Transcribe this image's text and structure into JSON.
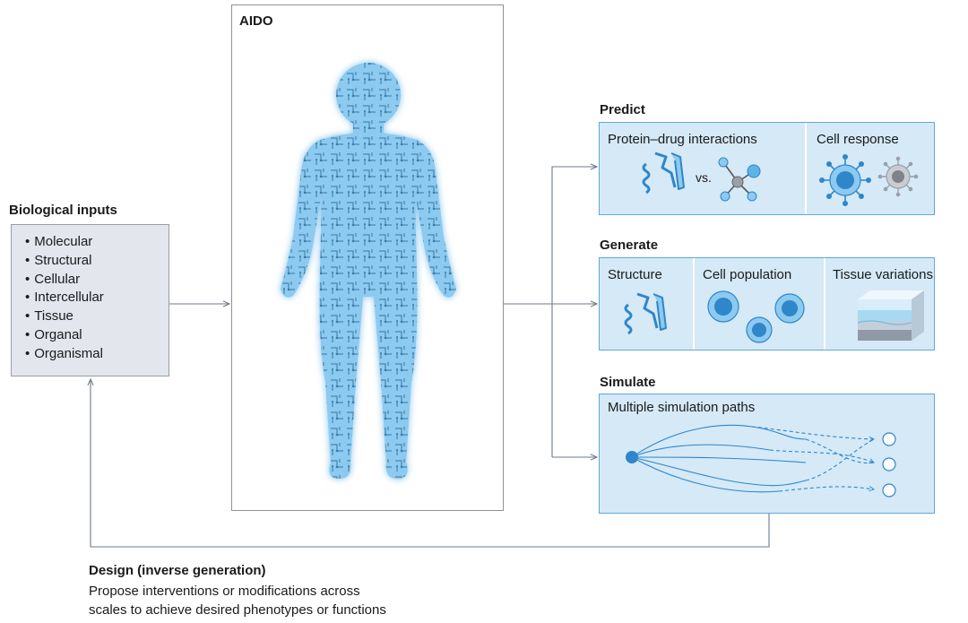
{
  "aido": {
    "title": "AIDO"
  },
  "inputs": {
    "title": "Biological inputs",
    "items": [
      "Molecular",
      "Structural",
      "Cellular",
      "Intercellular",
      "Tissue",
      "Organal",
      "Organismal"
    ]
  },
  "predict": {
    "title": "Predict",
    "cells": [
      {
        "label": "Protein–drug interactions",
        "vs_label": "vs."
      },
      {
        "label": "Cell response"
      }
    ]
  },
  "generate": {
    "title": "Generate",
    "cells": [
      {
        "label": "Structure"
      },
      {
        "label": "Cell population"
      },
      {
        "label": "Tissue variations"
      }
    ]
  },
  "simulate": {
    "title": "Simulate",
    "label": "Multiple simulation paths"
  },
  "design": {
    "title": "Design (inverse generation)",
    "line1": "Propose interventions or modifications across",
    "line2": "scales to achieve desired phenotypes or functions"
  },
  "colors": {
    "panel_fill": "#d5e9f7",
    "panel_border": "#5ea9d7",
    "accent_blue": "#2f86c8",
    "light_blue": "#5fb3e6",
    "arrow_gray": "#6d7a8a",
    "gray_cell": "#9a9fa8"
  }
}
